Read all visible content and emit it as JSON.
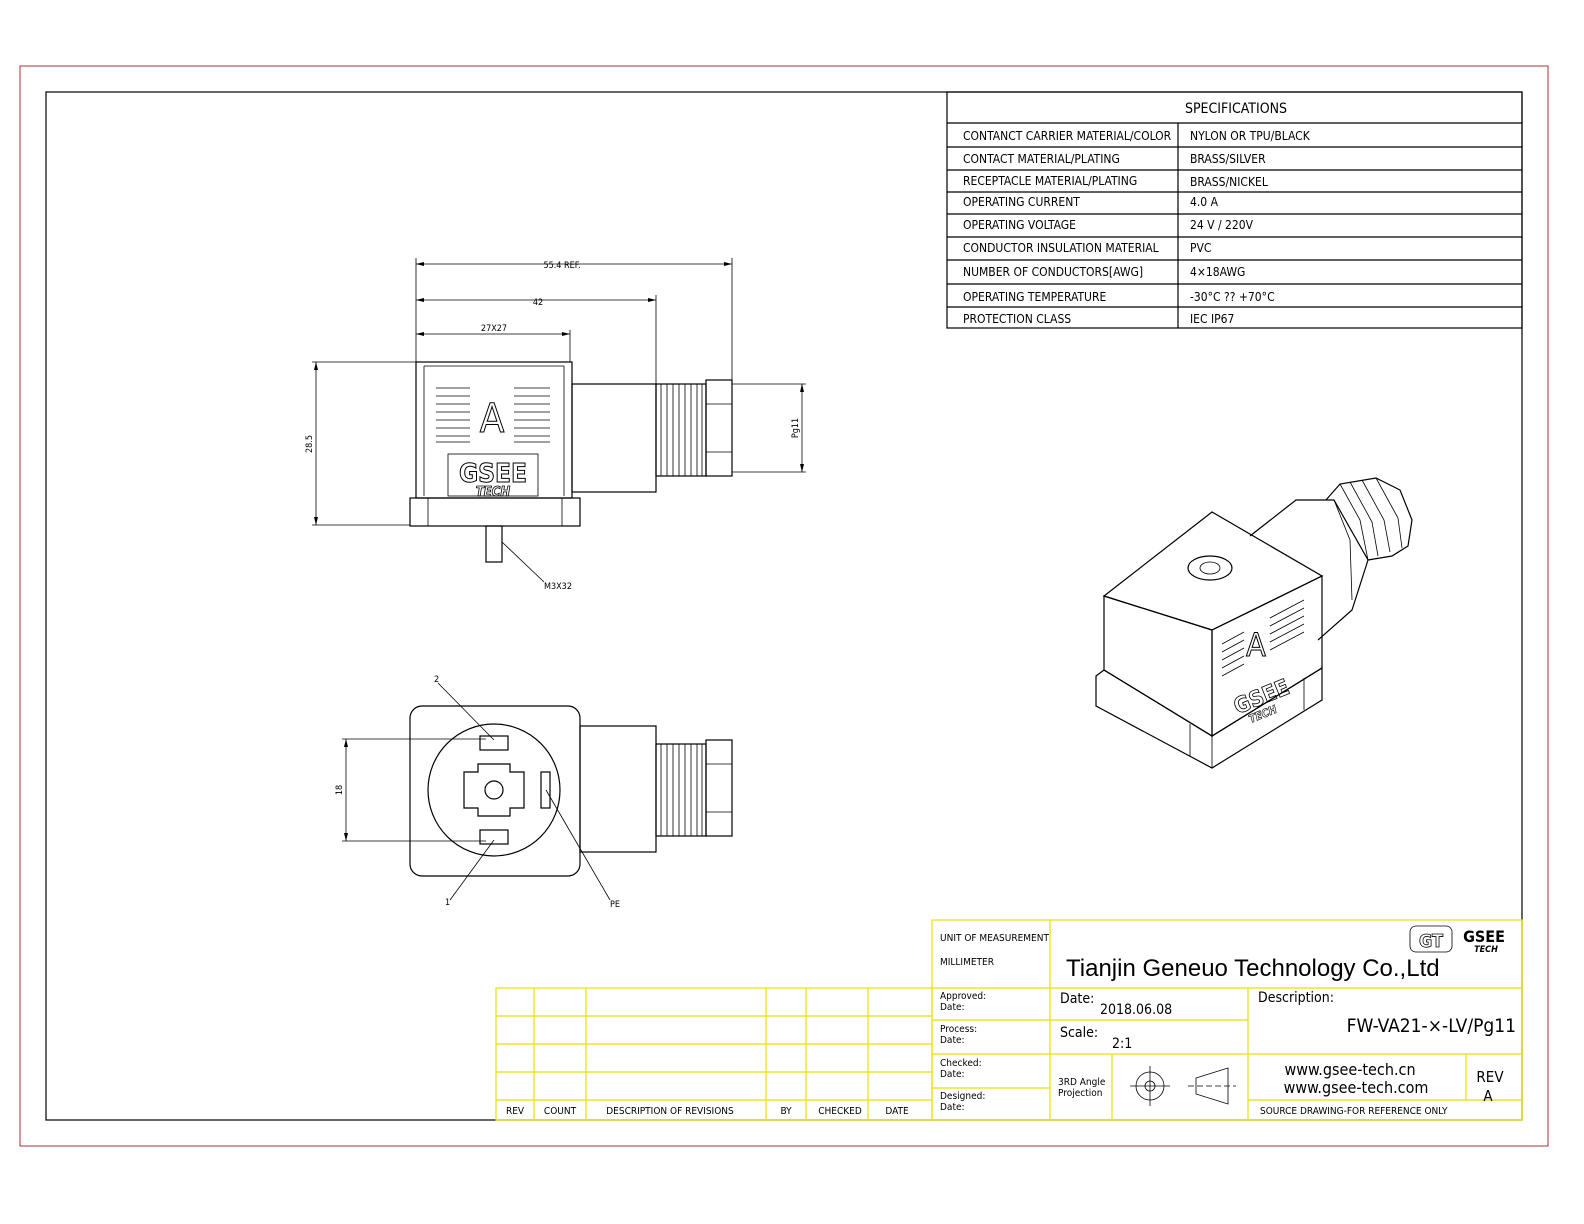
{
  "specifications": {
    "title": "SPECIFICATIONS",
    "rows": [
      {
        "label": "CONTANCT CARRIER MATERIAL/COLOR",
        "value": "NYLON OR TPU/BLACK"
      },
      {
        "label": "CONTACT MATERIAL/PLATING",
        "value": "BRASS/SILVER"
      },
      {
        "label": "RECEPTACLE MATERIAL/PLATING",
        "value": "BRASS/NICKEL"
      },
      {
        "label": "OPERATING CURRENT",
        "value": "4.0 A"
      },
      {
        "label": "OPERATING VOLTAGE",
        "value": "24 V / 220V"
      },
      {
        "label": "CONDUCTOR INSULATION MATERIAL",
        "value": "PVC"
      },
      {
        "label": "NUMBER  OF  CONDUCTORS[AWG]",
        "value": "4×18AWG"
      },
      {
        "label": "OPERATING TEMPERATURE",
        "value": "-30°C ?? +70°C"
      },
      {
        "label": "PROTECTION CLASS",
        "value": "IEC  IP67"
      }
    ]
  },
  "dimensions": {
    "overall": "55.4 REF.",
    "body_length": "42",
    "body_square": "27X27",
    "height": "28.5",
    "thread": "Pg11",
    "screw": "M3X32",
    "pin_span": "18",
    "pin1": "1",
    "pin2": "2",
    "pe": "PE"
  },
  "product_marks": {
    "code": "A",
    "brand_top": "GSEE",
    "brand_bottom": "TECH"
  },
  "title_block": {
    "unit_label": "UNIT OF MEASUREMENT",
    "unit_value": "MILLIMETER",
    "company": "Tianjin Geneuo Technology Co.,Ltd",
    "logo_mark": "GT",
    "logo_top": "GSEE",
    "logo_bottom": "TECH",
    "approved": "Approved:",
    "process": "Process:",
    "checked": "Checked:",
    "designed": "Designed:",
    "date_label_small": "Date:",
    "date_label": "Date:",
    "date_value": "2018.06.08",
    "scale_label": "Scale:",
    "scale_value": "2:1",
    "projection_line1": "3RD Angle",
    "projection_line2": "Projection",
    "description_label": "Description:",
    "description_value": "FW-VA21-×-LV/Pg11",
    "web1": "www.gsee-tech.cn",
    "web2": "www.gsee-tech.com",
    "rev_label": "REV",
    "rev_value": "A",
    "note": "SOURCE DRAWING-FOR REFERENCE ONLY"
  },
  "revision_table": {
    "headers": [
      "REV",
      "COUNT",
      "DESCRIPTION  OF  REVISIONS",
      "BY",
      "CHECKED",
      "DATE"
    ]
  },
  "colors": {
    "frame_outer": "#b03030",
    "title_block_lines": "#e8e000",
    "ink": "#000000"
  }
}
